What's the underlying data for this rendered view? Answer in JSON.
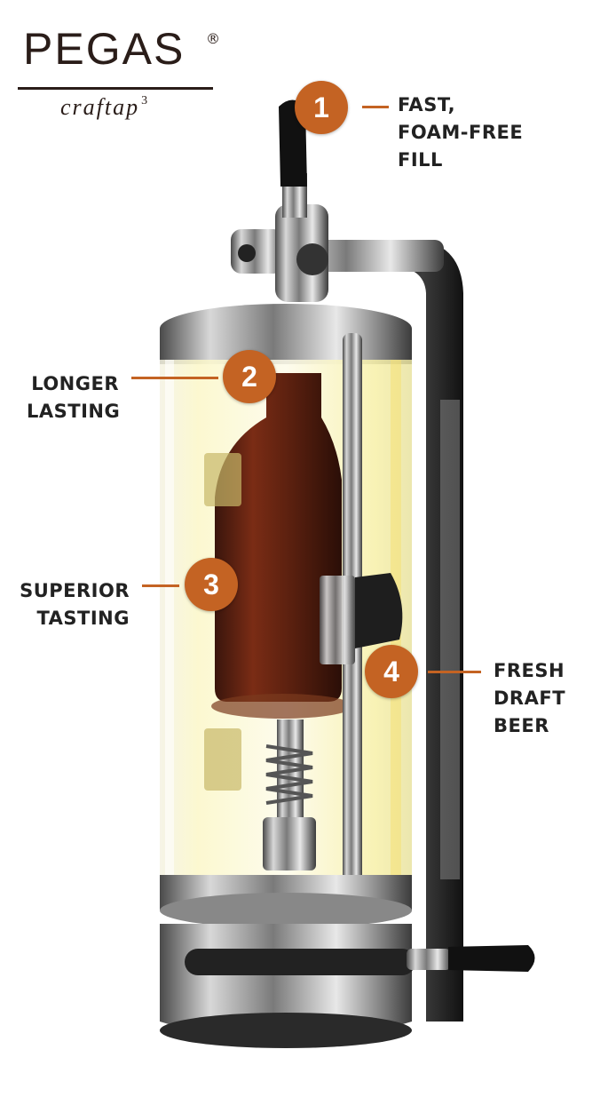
{
  "logo": {
    "brand": "PEGAS",
    "registered": "®",
    "sub": "craftap",
    "sup": "3"
  },
  "callouts": [
    {
      "number": "1",
      "lines": [
        "FAST,",
        "FOAM-FREE",
        "FILL"
      ]
    },
    {
      "number": "2",
      "lines": [
        "LONGER",
        "LASTING"
      ]
    },
    {
      "number": "3",
      "lines": [
        "SUPERIOR",
        "TASTING"
      ]
    },
    {
      "number": "4",
      "lines": [
        "FRESH",
        "DRAFT",
        "BEER"
      ]
    }
  ],
  "colors": {
    "accent": "#c46323",
    "text": "#222222",
    "brand": "#2a1d19"
  }
}
